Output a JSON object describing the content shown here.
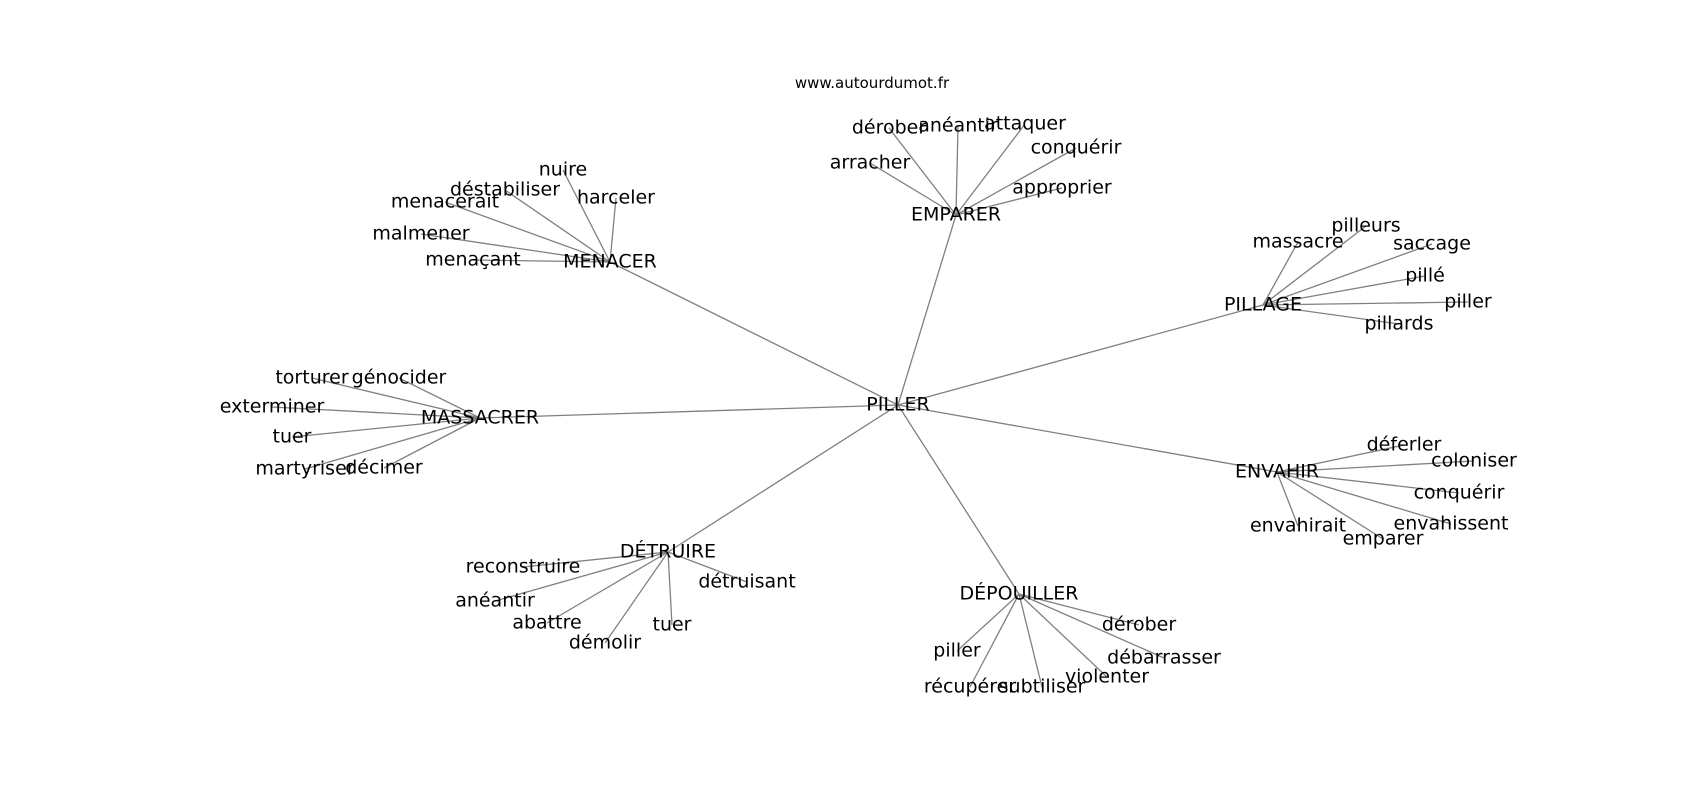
{
  "source": "www.autourdumot.fr",
  "graph": {
    "root": "PILLER",
    "clusters": [
      {
        "label": "MENACER",
        "leaves": [
          "nuire",
          "déstabiliser",
          "harceler",
          "menacerait",
          "malmener",
          "menaçant"
        ]
      },
      {
        "label": "EMPARER",
        "leaves": [
          "dérober",
          "anéantir",
          "attaquer",
          "conquérir",
          "arracher",
          "approprier"
        ]
      },
      {
        "label": "PILLAGE",
        "leaves": [
          "pilleurs",
          "massacre",
          "saccage",
          "pillé",
          "piller",
          "pillards"
        ]
      },
      {
        "label": "MASSACRER",
        "leaves": [
          "torturer",
          "génocider",
          "exterminer",
          "tuer",
          "martyriser",
          "décimer"
        ]
      },
      {
        "label": "ENVAHIR",
        "leaves": [
          "déferler",
          "coloniser",
          "conquérir",
          "envahissent",
          "envahirait",
          "emparer"
        ]
      },
      {
        "label": "DÉTRUIRE",
        "leaves": [
          "reconstruire",
          "détruisant",
          "anéantir",
          "abattre",
          "tuer",
          "démolir"
        ]
      },
      {
        "label": "DÉPOUILLER",
        "leaves": [
          "dérober",
          "débarrasser",
          "piller",
          "violenter",
          "récupérer",
          "subtiliser"
        ]
      }
    ]
  }
}
